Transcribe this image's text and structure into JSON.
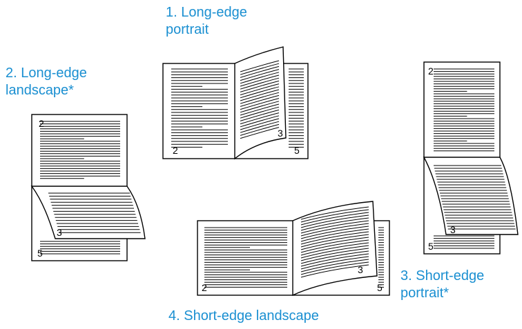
{
  "colors": {
    "caption": "#1a8fd1",
    "line": "#000000",
    "page": "#ffffff"
  },
  "captions": {
    "long_edge_portrait": [
      "1. Long-edge",
      "portrait"
    ],
    "long_edge_landscape": [
      "2. Long-edge",
      "landscape*"
    ],
    "short_edge_portrait": [
      "3. Short-edge",
      "portrait*"
    ],
    "short_edge_landscape": [
      "4. Short-edge landscape"
    ]
  },
  "page_numbers": {
    "front": "2",
    "turned": "3",
    "back": "5"
  }
}
